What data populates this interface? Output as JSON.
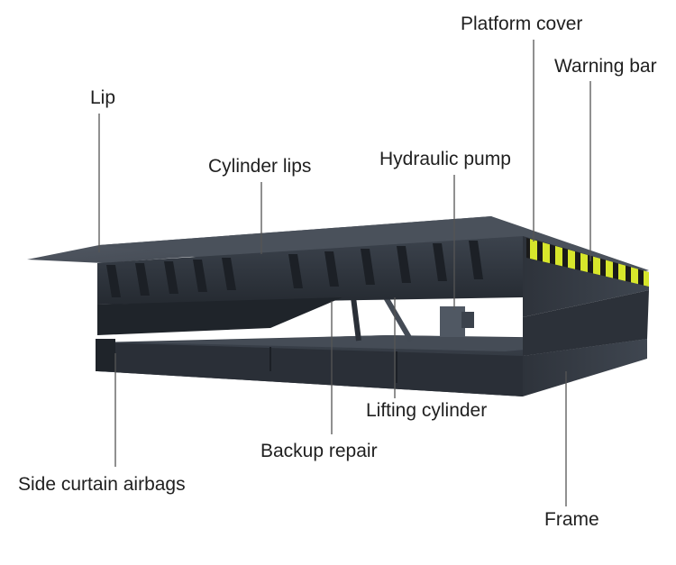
{
  "labels": {
    "platform_cover": "Platform cover",
    "warning_bar": "Warning bar",
    "lip": "Lip",
    "cylinder_lips": "Cylinder lips",
    "hydraulic_pump": "Hydraulic pump",
    "lifting_cylinder": "Lifting cylinder",
    "backup_repair": "Backup repair",
    "side_curtain_airbags": "Side curtain airbags",
    "frame": "Frame"
  },
  "colors": {
    "steel_dark": "#2b3038",
    "steel_mid": "#3a4049",
    "steel_light": "#4f5661",
    "warning_yellow": "#d7e62b",
    "warning_black": "#1a1a1a",
    "leader_line": "#555555"
  }
}
